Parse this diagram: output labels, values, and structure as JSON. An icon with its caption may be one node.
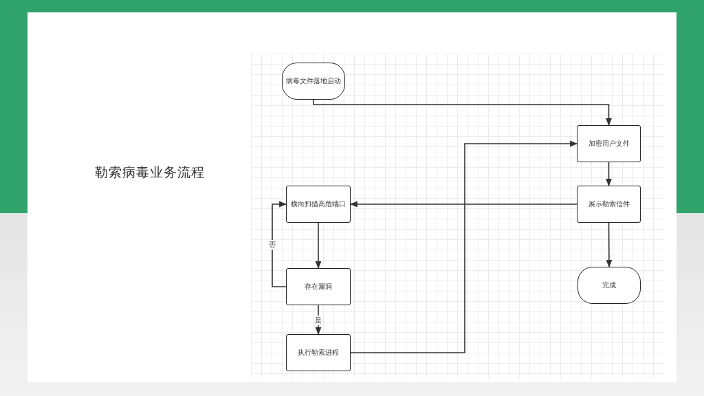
{
  "diagram": {
    "title": "勒索病毒业务流程",
    "nodes": [
      {
        "text": [
          "病毒文件落地启动"
        ]
      },
      {
        "text": [
          "加密用户文件"
        ]
      },
      {
        "text": [
          "展示勒索信件"
        ]
      },
      {
        "text": [
          "横向扫描高危端口"
        ]
      },
      {
        "text": [
          "存在漏洞"
        ]
      },
      {
        "text": [
          "执行勒索进程"
        ]
      },
      {
        "text": [
          "完成"
        ]
      }
    ],
    "edges": [
      {
        "from": 0,
        "to": 1,
        "arrow": "to"
      },
      {
        "from": 1,
        "to": 2,
        "arrow": "to"
      },
      {
        "from": 2,
        "to": 3,
        "arrow": "to"
      },
      {
        "from": 3,
        "to": 4,
        "arrow": "to"
      },
      {
        "from": 4,
        "to": 3,
        "arrow": "to",
        "label": "否"
      },
      {
        "from": 4,
        "to": 5,
        "arrow": "to",
        "label": "是"
      },
      {
        "from": 5,
        "to": 1,
        "arrow": "to"
      },
      {
        "from": 2,
        "to": 6,
        "arrow": "to"
      }
    ]
  }
}
